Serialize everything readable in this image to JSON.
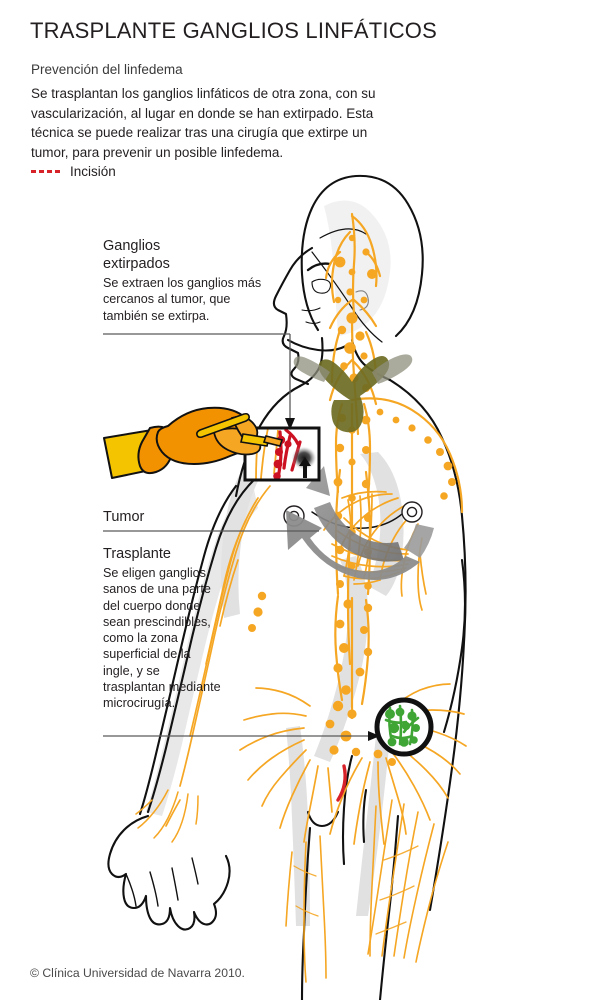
{
  "header": {
    "title": "TRASPLANTE GANGLIOS LINFÁTICOS",
    "subtitle": "Prevención del linfedema",
    "intro": "Se trasplantan los ganglios linfáticos de otra zona, con su vascularización, al lugar en donde se han extirpado. Esta técnica se puede realizar tras una cirugía que extirpe un tumor, para prevenir un posible linfedema."
  },
  "legend": {
    "items": [
      {
        "label": "Incisión",
        "style": "dashed",
        "color": "#d8222a",
        "icon": "dashed-line-icon"
      }
    ]
  },
  "annotations": [
    {
      "id": "ganglios-extirpados",
      "heading_line1": "Ganglios",
      "heading_line2": "extirpados",
      "body": "Se extraen los ganglios más cercanos al tumor, que también se extirpa.",
      "leader": "elbow-down-arrow"
    },
    {
      "id": "tumor",
      "heading_line1": "Tumor",
      "heading_line2": "",
      "body": "",
      "leader": "horizontal-rule"
    },
    {
      "id": "trasplante",
      "heading_line1": "Trasplante",
      "heading_line2": "",
      "body": "Se eligen ganglios sanos de una parte del cuerpo donde sean prescindibles, como la zona superficial de la ingle, y se trasplantan mediante microcirugía.",
      "leader": "horizontal-arrow"
    }
  ],
  "illustration": {
    "figure_label": "human-body-lymphatic-system",
    "callout_box_label": "surgical-site-box",
    "donor_circle_label": "groin-donor-nodes-circle",
    "transfer_arrow_label": "transplant-direction-arrow",
    "hand_label": "gloved-hand-with-scalpel"
  },
  "colors": {
    "lymph_orange": "#F5A623",
    "lymph_orange_dark": "#E8930F",
    "incision_red": "#D8222A",
    "removed_red": "#CC1122",
    "donor_green": "#3FA535",
    "arrow_grey": "#8C8C8C",
    "body_grey": "#D9D9D9",
    "outline_black": "#111111",
    "thymus_olive": "#6E6B23",
    "glove_yellow": "#F5C400",
    "glove_orange": "#F39200",
    "text": "#231f20",
    "background": "#FFFFFF"
  },
  "footer": {
    "copyright": "© Clínica Universidad de Navarra 2010."
  }
}
